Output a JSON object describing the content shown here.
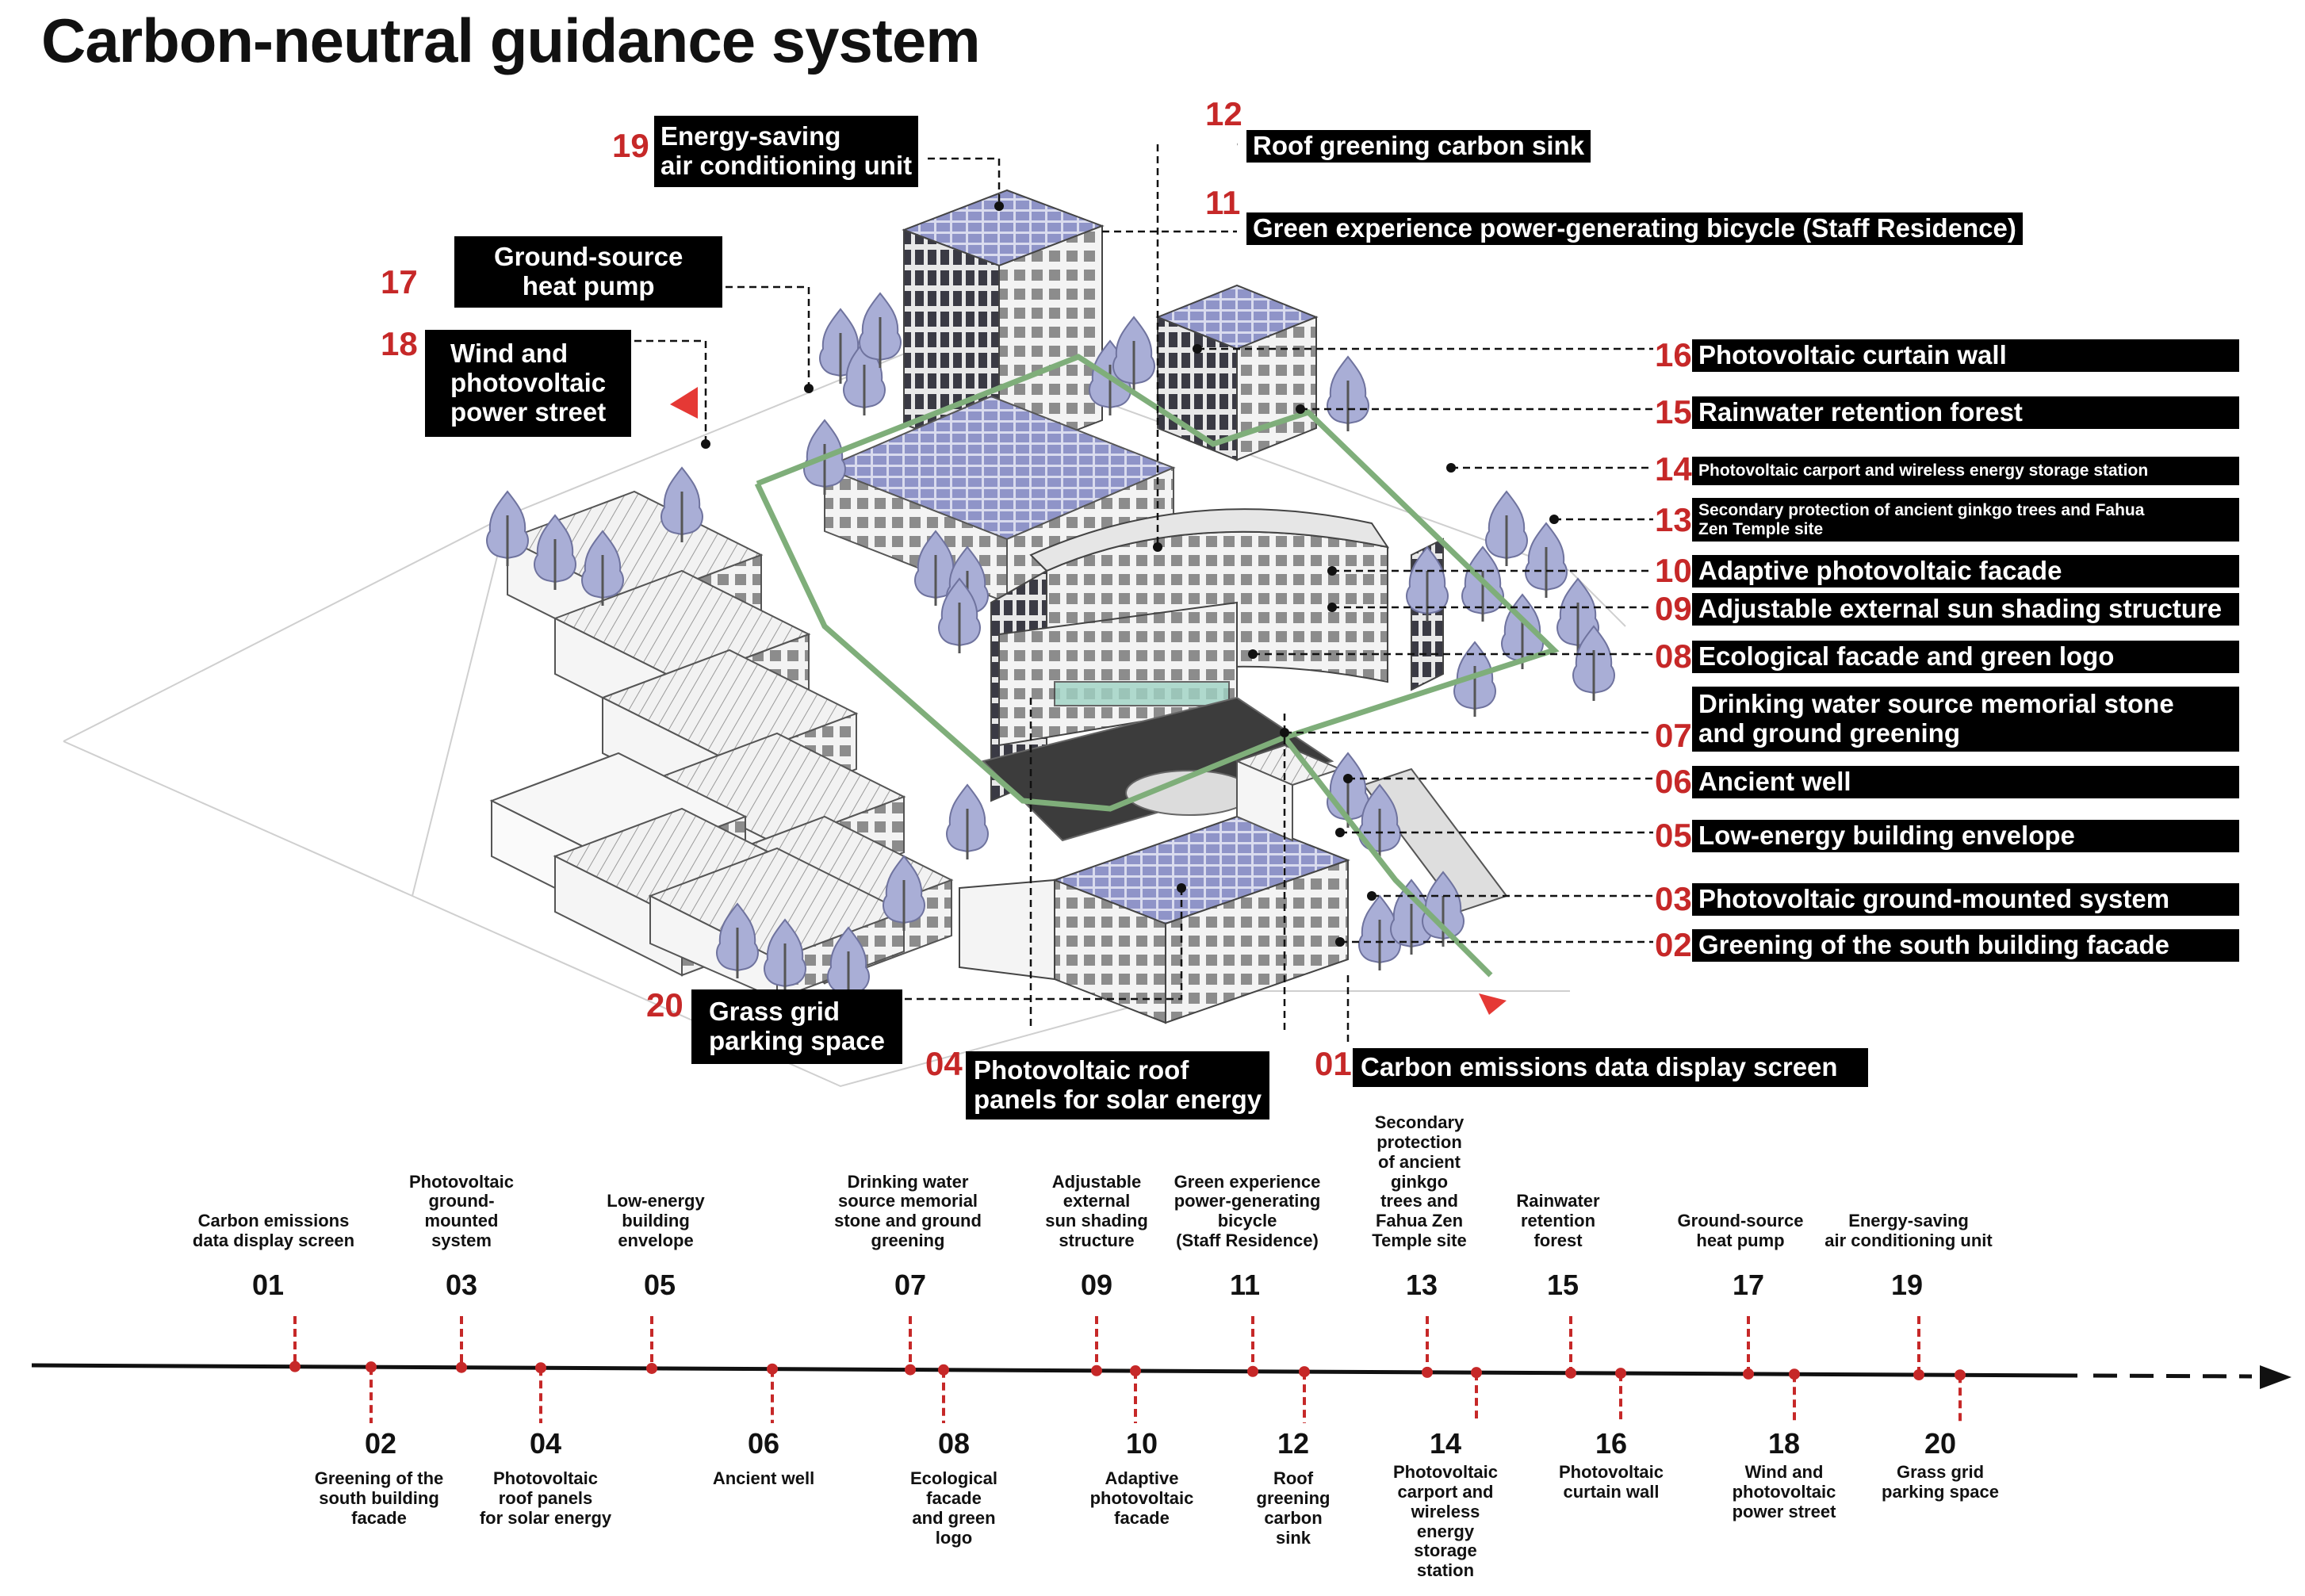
{
  "title": "Carbon-neutral guidance system",
  "labels": {
    "l01": {
      "num": "01",
      "text": "Carbon emissions data display screen"
    },
    "l02": {
      "num": "02",
      "text": "Greening of the south building facade"
    },
    "l03": {
      "num": "03",
      "text": "Photovoltaic ground-mounted system"
    },
    "l04": {
      "num": "04",
      "text": "Photovoltaic roof\npanels for solar energy"
    },
    "l05": {
      "num": "05",
      "text": "Low-energy building envelope"
    },
    "l06": {
      "num": "06",
      "text": "Ancient well"
    },
    "l07": {
      "num": "07",
      "text": "Drinking water source memorial stone\nand ground greening"
    },
    "l08": {
      "num": "08",
      "text": "Ecological facade and green logo"
    },
    "l09": {
      "num": "09",
      "text": "Adjustable external sun shading structure"
    },
    "l10": {
      "num": "10",
      "text": "Adaptive photovoltaic facade"
    },
    "l11": {
      "num": "11",
      "text": "Green experience power-generating bicycle (Staff Residence)"
    },
    "l12": {
      "num": "12",
      "text": "Roof greening carbon sink"
    },
    "l13": {
      "num": "13",
      "text": "Secondary protection of ancient ginkgo trees and Fahua\nZen Temple site"
    },
    "l14": {
      "num": "14",
      "text": "Photovoltaic carport and wireless energy storage station"
    },
    "l15": {
      "num": "15",
      "text": "Rainwater retention forest"
    },
    "l16": {
      "num": "16",
      "text": "Photovoltaic curtain wall"
    },
    "l17": {
      "num": "17",
      "text": "Ground-source\nheat pump"
    },
    "l18": {
      "num": "18",
      "text": "Wind and\nphotovoltaic\npower street"
    },
    "l19": {
      "num": "19",
      "text": "Energy-saving\nair conditioning unit"
    },
    "l20": {
      "num": "20",
      "text": "Grass grid\nparking space"
    }
  },
  "timeline": {
    "top": [
      {
        "num": "01",
        "text": "Carbon emissions\ndata display screen"
      },
      {
        "num": "03",
        "text": "Photovoltaic\nground-\nmounted\nsystem"
      },
      {
        "num": "05",
        "text": "Low-energy\nbuilding\nenvelope"
      },
      {
        "num": "07",
        "text": "Drinking water\nsource memorial\nstone and ground\ngreening"
      },
      {
        "num": "09",
        "text": "Adjustable\nexternal\nsun shading\nstructure"
      },
      {
        "num": "11",
        "text": "Green experience\npower-generating\nbicycle\n(Staff Residence)"
      },
      {
        "num": "13",
        "text": "Secondary\nprotection\nof ancient\nginkgo\ntrees and\nFahua Zen\nTemple site"
      },
      {
        "num": "15",
        "text": "Rainwater\nretention\nforest"
      },
      {
        "num": "17",
        "text": "Ground-source\nheat pump"
      },
      {
        "num": "19",
        "text": "Energy-saving\nair conditioning unit"
      }
    ],
    "bottom": [
      {
        "num": "02",
        "text": "Greening of the\nsouth building\nfacade"
      },
      {
        "num": "04",
        "text": "Photovoltaic\nroof panels\nfor solar energy"
      },
      {
        "num": "06",
        "text": "Ancient well"
      },
      {
        "num": "08",
        "text": "Ecological\nfacade\nand green\nlogo"
      },
      {
        "num": "10",
        "text": "Adaptive\nphotovoltaic\nfacade"
      },
      {
        "num": "12",
        "text": "Roof\ngreening\ncarbon\nsink"
      },
      {
        "num": "14",
        "text": "Photovoltaic\ncarport and\nwireless\nenergy\nstorage\nstation"
      },
      {
        "num": "16",
        "text": "Photovoltaic\ncurtain wall"
      },
      {
        "num": "18",
        "text": "Wind and\nphotovoltaic\npower street"
      },
      {
        "num": "20",
        "text": "Grass grid\nparking space"
      }
    ]
  },
  "colors": {
    "accent": "#c62828",
    "route": "#7fae7a",
    "building": "#8f94c8",
    "tree": "#a9aed6"
  }
}
